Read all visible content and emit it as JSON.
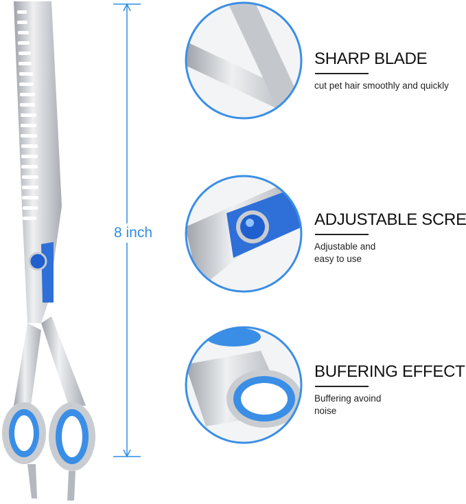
{
  "dimension": {
    "label": "8 inch"
  },
  "features": [
    {
      "title": "SHARP BLADE",
      "description": "cut pet hair smoothly and quickly"
    },
    {
      "title": "ADJUSTABLE SCREW",
      "description": "Adjustable and easy to use"
    },
    {
      "title": "BUFERING EFFECT",
      "description": "Buffering avoind noise"
    }
  ],
  "colors": {
    "accent": "#2f8de4",
    "steel": "#c9ccd0",
    "text": "#111111"
  }
}
